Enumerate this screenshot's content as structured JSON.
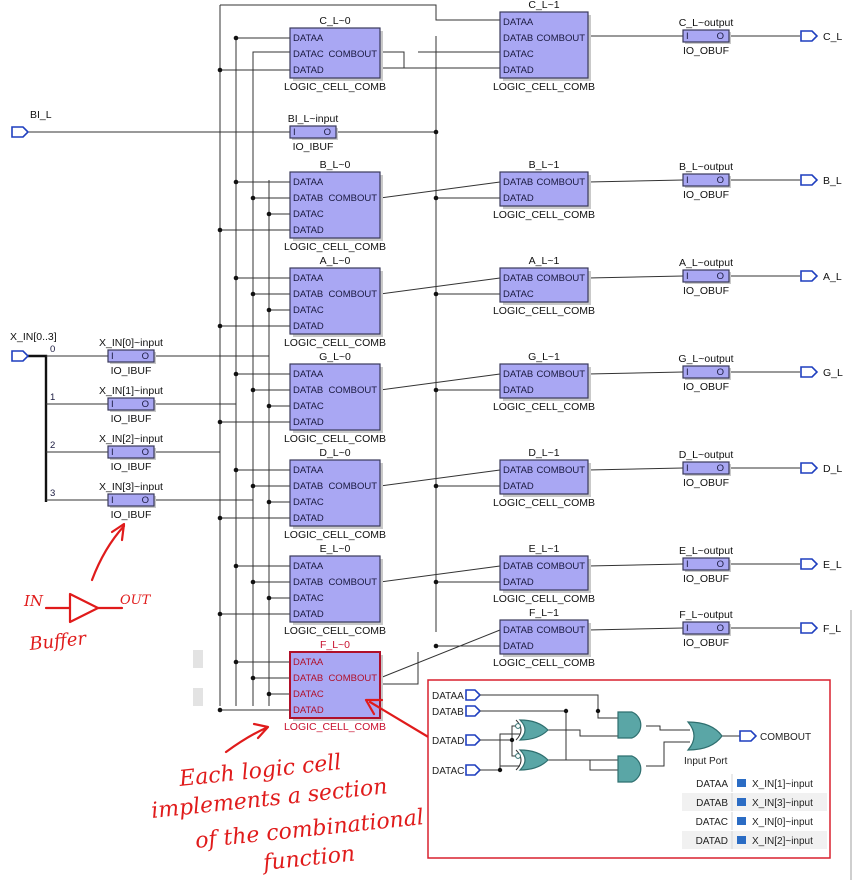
{
  "top_cells": [
    {
      "title": "C_L~0",
      "footer": "LOGIC_CELL_COMB",
      "pins": [
        "DATAA",
        "DATAC",
        "DATAD"
      ],
      "out": "COMBOUT"
    },
    {
      "title": "C_L~1",
      "footer": "LOGIC_CELL_COMB",
      "pins": [
        "DATAA",
        "DATAB",
        "DATAC",
        "DATAD"
      ],
      "out": "COMBOUT"
    }
  ],
  "left_cells": [
    {
      "title": "B_L~0",
      "footer": "LOGIC_CELL_COMB",
      "pins": [
        "DATAA",
        "DATAB",
        "DATAC",
        "DATAD"
      ],
      "out": "COMBOUT"
    },
    {
      "title": "A_L~0",
      "footer": "LOGIC_CELL_COMB",
      "pins": [
        "DATAA",
        "DATAB",
        "DATAC",
        "DATAD"
      ],
      "out": "COMBOUT"
    },
    {
      "title": "G_L~0",
      "footer": "LOGIC_CELL_COMB",
      "pins": [
        "DATAA",
        "DATAB",
        "DATAC",
        "DATAD"
      ],
      "out": "COMBOUT"
    },
    {
      "title": "D_L~0",
      "footer": "LOGIC_CELL_COMB",
      "pins": [
        "DATAA",
        "DATAB",
        "DATAC",
        "DATAD"
      ],
      "out": "COMBOUT"
    },
    {
      "title": "E_L~0",
      "footer": "LOGIC_CELL_COMB",
      "pins": [
        "DATAA",
        "DATAB",
        "DATAC",
        "DATAD"
      ],
      "out": "COMBOUT"
    },
    {
      "title": "F_L~0",
      "footer": "LOGIC_CELL_COMB",
      "pins": [
        "DATAA",
        "DATAB",
        "DATAC",
        "DATAD"
      ],
      "out": "COMBOUT"
    }
  ],
  "right_cells": [
    {
      "title": "B_L~1",
      "footer": "LOGIC_CELL_COMB",
      "pins": [
        "DATAB",
        "DATAD"
      ],
      "out": "COMBOUT"
    },
    {
      "title": "A_L~1",
      "footer": "LOGIC_CELL_COMB",
      "pins": [
        "DATAB",
        "DATAC"
      ],
      "out": "COMBOUT"
    },
    {
      "title": "G_L~1",
      "footer": "LOGIC_CELL_COMB",
      "pins": [
        "DATAB",
        "DATAD"
      ],
      "out": "COMBOUT"
    },
    {
      "title": "D_L~1",
      "footer": "LOGIC_CELL_COMB",
      "pins": [
        "DATAB",
        "DATAD"
      ],
      "out": "COMBOUT"
    },
    {
      "title": "E_L~1",
      "footer": "LOGIC_CELL_COMB",
      "pins": [
        "DATAB",
        "DATAD"
      ],
      "out": "COMBOUT"
    },
    {
      "title": "F_L~1",
      "footer": "LOGIC_CELL_COMB",
      "pins": [
        "DATAB",
        "DATAD"
      ],
      "out": "COMBOUT"
    }
  ],
  "output_buffers": [
    {
      "title": "C_L~output",
      "footer": "IO_OBUF",
      "port": "C_L"
    },
    {
      "title": "B_L~output",
      "footer": "IO_OBUF",
      "port": "B_L"
    },
    {
      "title": "A_L~output",
      "footer": "IO_OBUF",
      "port": "A_L"
    },
    {
      "title": "G_L~output",
      "footer": "IO_OBUF",
      "port": "G_L"
    },
    {
      "title": "D_L~output",
      "footer": "IO_OBUF",
      "port": "D_L"
    },
    {
      "title": "E_L~output",
      "footer": "IO_OBUF",
      "port": "E_L"
    },
    {
      "title": "F_L~output",
      "footer": "IO_OBUF",
      "port": "F_L"
    }
  ],
  "input_buffers": [
    {
      "title": "X_IN[0]~input",
      "footer": "IO_IBUF",
      "bit": "0"
    },
    {
      "title": "X_IN[1]~input",
      "footer": "IO_IBUF",
      "bit": "1"
    },
    {
      "title": "X_IN[2]~input",
      "footer": "IO_IBUF",
      "bit": "2"
    },
    {
      "title": "X_IN[3]~input",
      "footer": "IO_IBUF",
      "bit": "3"
    }
  ],
  "bi_buffer": {
    "title": "BI_L~input",
    "footer": "IO_IBUF"
  },
  "bi_port": "BI_L",
  "bus_port": "X_IN[0..3]",
  "buffer_pins": {
    "in": "I",
    "out": "O"
  },
  "annotation_buffer": {
    "in": "IN",
    "out": "OUT",
    "caption": "Buffer"
  },
  "annotation_note": [
    "Each logic cell",
    "implements a section",
    "of the combinational",
    "function"
  ],
  "inset": {
    "inputs": [
      "DATAA",
      "DATAB",
      "DATAD",
      "DATAC"
    ],
    "output": "COMBOUT",
    "table_header": "Input Port",
    "table_rows": [
      {
        "port": "DATAA",
        "signal": "X_IN[1]~input"
      },
      {
        "port": "DATAB",
        "signal": "X_IN[3]~input"
      },
      {
        "port": "DATAC",
        "signal": "X_IN[0]~input"
      },
      {
        "port": "DATAD",
        "signal": "X_IN[2]~input"
      }
    ]
  }
}
